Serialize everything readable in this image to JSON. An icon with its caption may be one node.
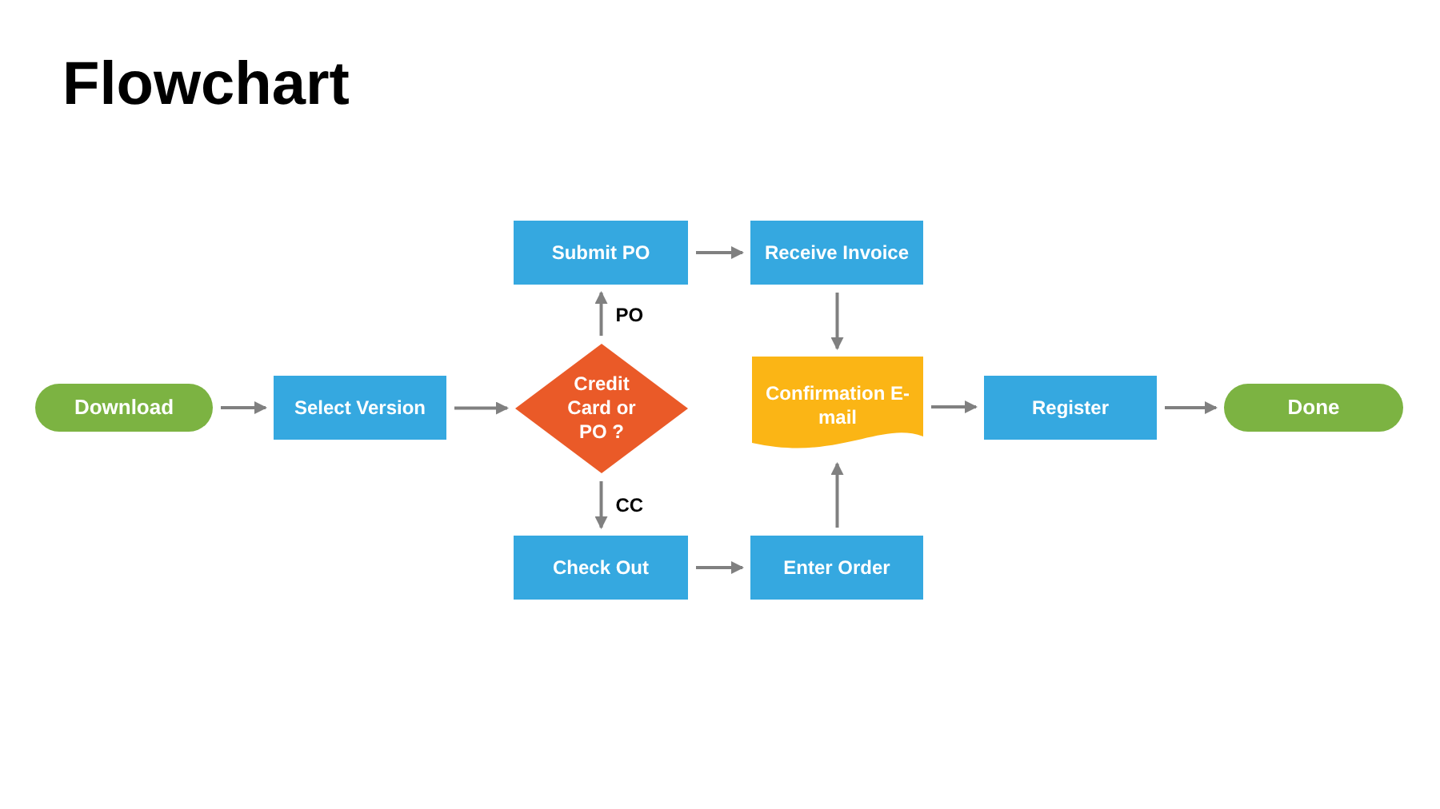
{
  "diagram": {
    "title": "Flowchart",
    "nodes": [
      {
        "text": [
          "Download"
        ]
      },
      {
        "text": [
          "Select Version"
        ]
      },
      {
        "text": [
          "Credit Card or PO ?"
        ]
      },
      {
        "text": [
          "Submit PO"
        ]
      },
      {
        "text": [
          "Receive Invoice"
        ]
      },
      {
        "text": [
          "Confirmation E-mail"
        ]
      },
      {
        "text": [
          "Check Out"
        ]
      },
      {
        "text": [
          "Enter Order"
        ]
      },
      {
        "text": [
          "Register"
        ]
      },
      {
        "text": [
          "Done"
        ]
      }
    ],
    "edges": [
      {
        "from": 0,
        "to": 1,
        "arrow": "to"
      },
      {
        "from": 1,
        "to": 2,
        "arrow": "to"
      },
      {
        "from": 2,
        "to": 3,
        "arrow": "to",
        "label": "PO"
      },
      {
        "from": 2,
        "to": 6,
        "arrow": "to",
        "label": "CC"
      },
      {
        "from": 3,
        "to": 4,
        "arrow": "to"
      },
      {
        "from": 4,
        "to": 5,
        "arrow": "to"
      },
      {
        "from": 6,
        "to": 7,
        "arrow": "to"
      },
      {
        "from": 7,
        "to": 5,
        "arrow": "to"
      },
      {
        "from": 5,
        "to": 8,
        "arrow": "to"
      },
      {
        "from": 8,
        "to": 9,
        "arrow": "to"
      }
    ]
  }
}
